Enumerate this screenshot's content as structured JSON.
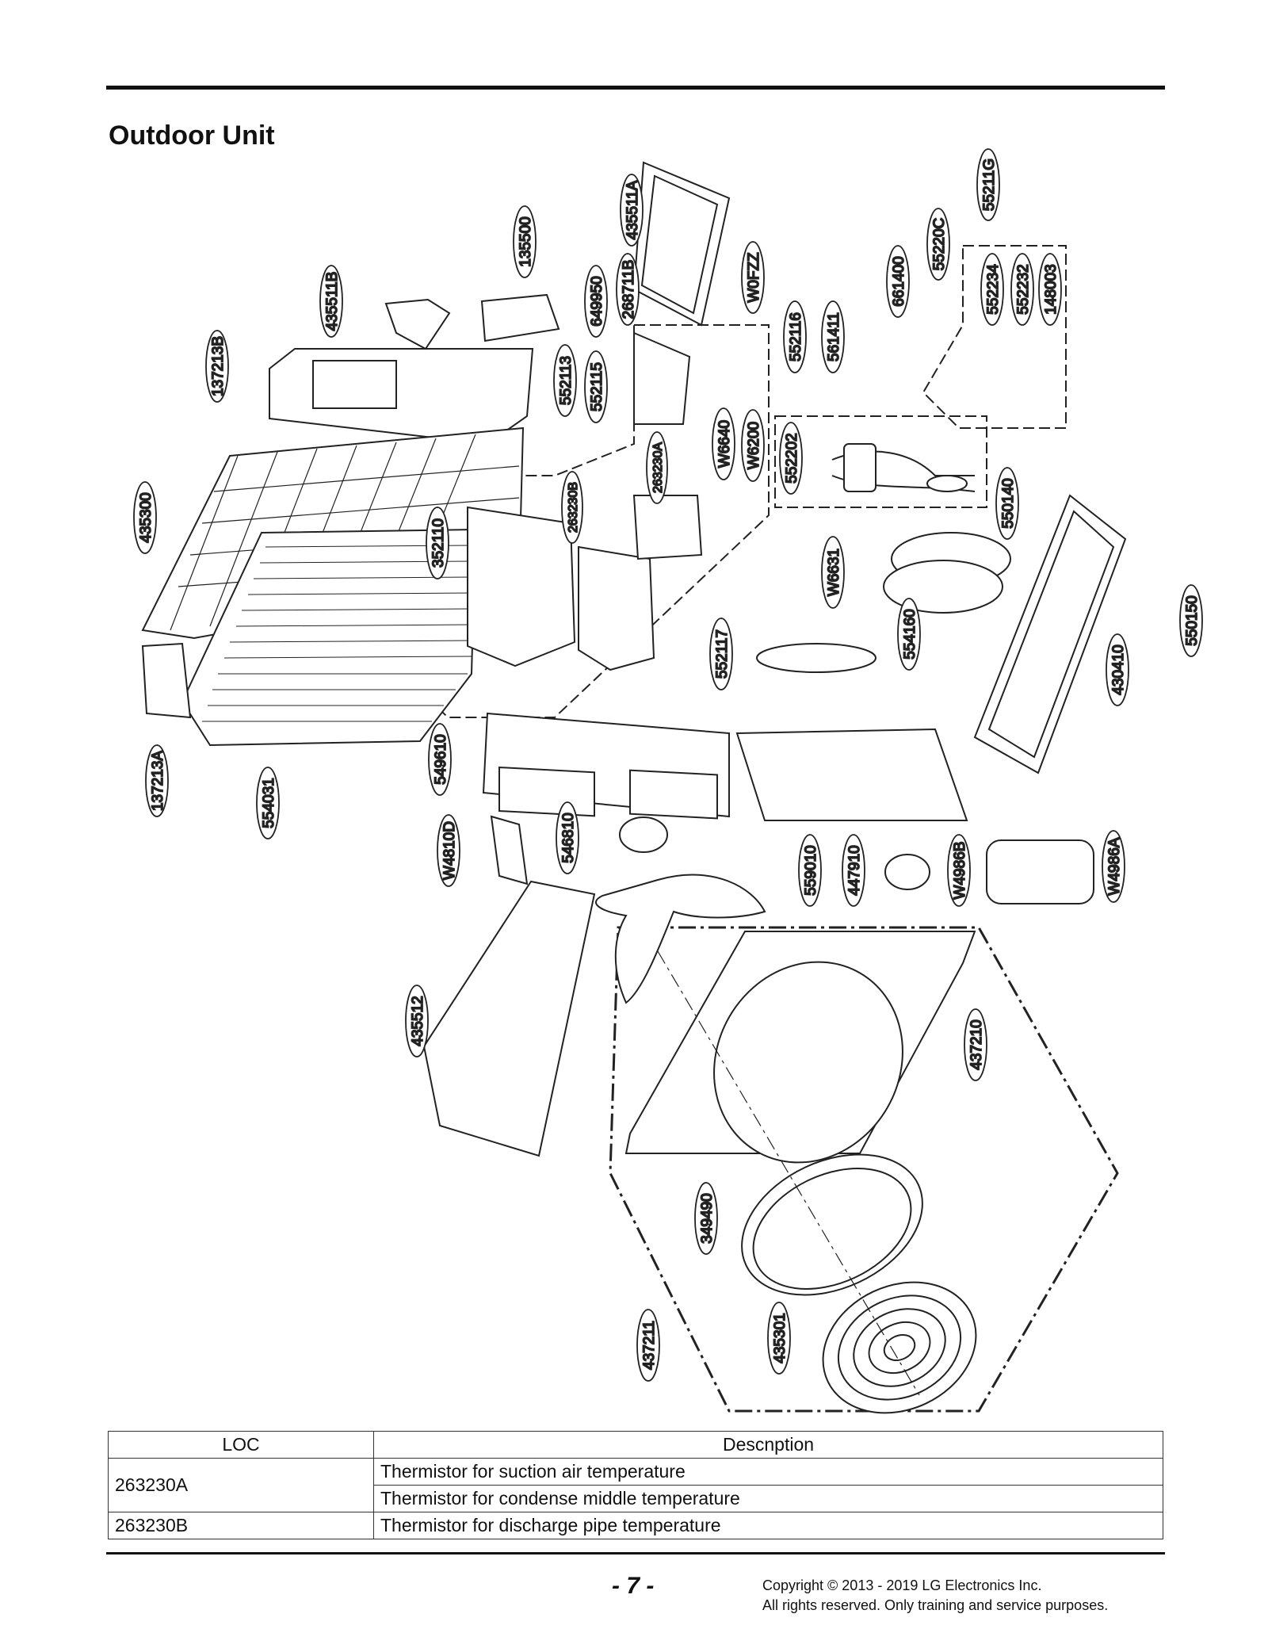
{
  "page": {
    "title": "Outdoor Unit",
    "page_number": "- 7 -",
    "copyright_line1": "Copyright © 2013 - 2019 LG Electronics Inc.",
    "copyright_line2": "All rights reserved. Only training and service purposes."
  },
  "callouts": [
    {
      "code": "55211G"
    },
    {
      "code": "435511A"
    },
    {
      "code": "135500"
    },
    {
      "code": "55220C"
    },
    {
      "code": "661400"
    },
    {
      "code": "552234"
    },
    {
      "code": "552232"
    },
    {
      "code": "148003"
    },
    {
      "code": "435511B"
    },
    {
      "code": "649950"
    },
    {
      "code": "268711B"
    },
    {
      "code": "W0FZZ"
    },
    {
      "code": "552116"
    },
    {
      "code": "561411"
    },
    {
      "code": "137213B"
    },
    {
      "code": "552113"
    },
    {
      "code": "552115"
    },
    {
      "code": "W6640"
    },
    {
      "code": "W6200"
    },
    {
      "code": "263230A"
    },
    {
      "code": "552202"
    },
    {
      "code": "435300"
    },
    {
      "code": "263230B"
    },
    {
      "code": "352110"
    },
    {
      "code": "550140"
    },
    {
      "code": "W6631"
    },
    {
      "code": "554160"
    },
    {
      "code": "550150"
    },
    {
      "code": "552117"
    },
    {
      "code": "430410"
    },
    {
      "code": "137213A"
    },
    {
      "code": "554031"
    },
    {
      "code": "549610"
    },
    {
      "code": "W4810D"
    },
    {
      "code": "546810"
    },
    {
      "code": "559010"
    },
    {
      "code": "447910"
    },
    {
      "code": "W4986B"
    },
    {
      "code": "W4986A"
    },
    {
      "code": "435512"
    },
    {
      "code": "437210"
    },
    {
      "code": "349490"
    },
    {
      "code": "437211"
    },
    {
      "code": "435301"
    }
  ],
  "parts_table": {
    "headers": [
      "LOC",
      "Descnption"
    ],
    "rows": [
      {
        "loc": "263230A",
        "descriptions": [
          "Thermistor for suction air temperature",
          "Thermistor for condense middle temperature"
        ]
      },
      {
        "loc": "263230B",
        "descriptions": [
          "Thermistor for discharge pipe temperature"
        ]
      }
    ]
  }
}
